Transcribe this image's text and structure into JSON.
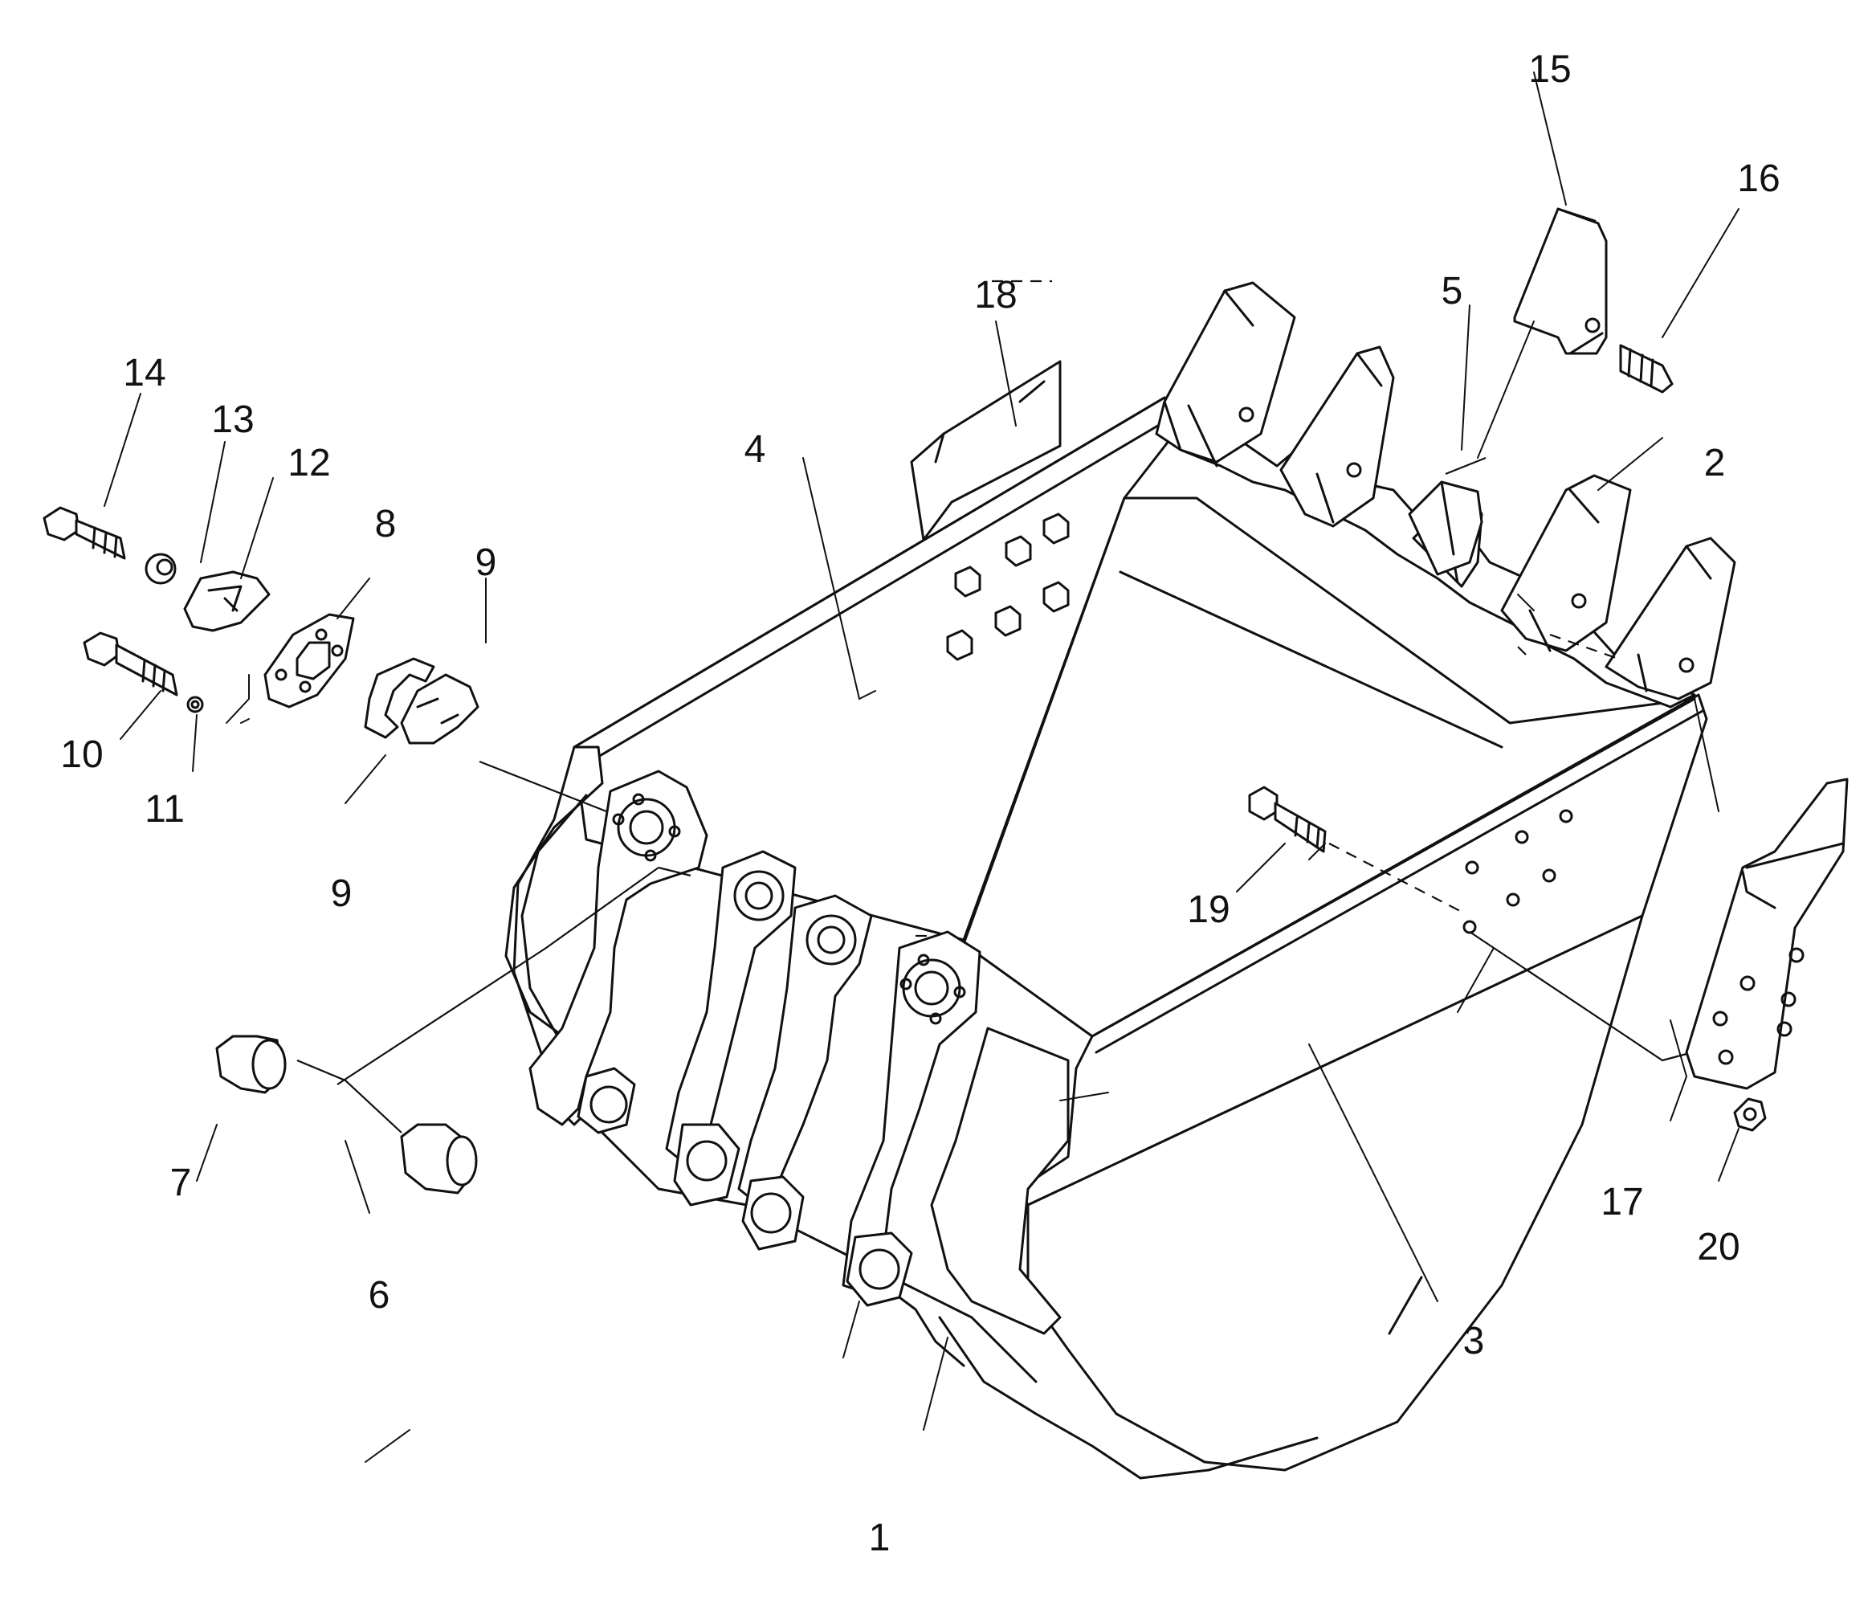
{
  "diagram": {
    "callouts": [
      "1",
      "2",
      "3",
      "4",
      "5",
      "6",
      "7",
      "8",
      "9",
      "9",
      "10",
      "11",
      "12",
      "13",
      "14",
      "15",
      "16",
      "17",
      "18",
      "19",
      "20"
    ]
  }
}
